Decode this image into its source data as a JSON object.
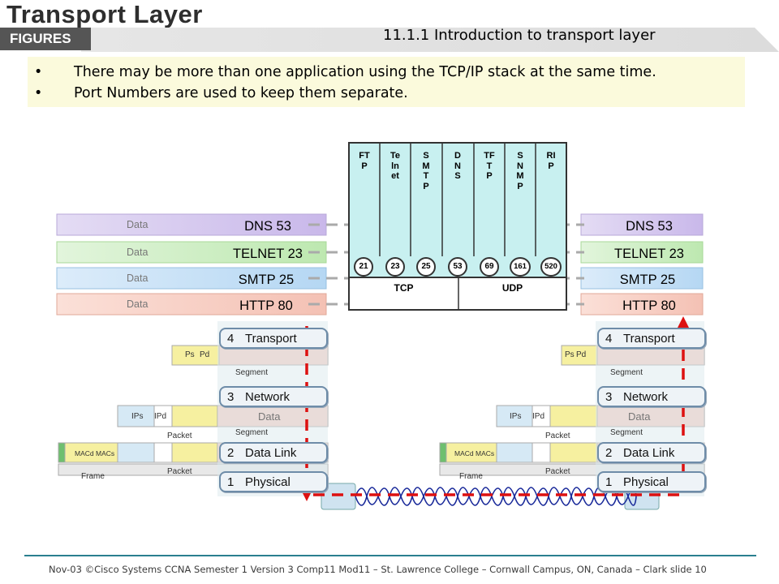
{
  "header": {
    "title": "Transport Layer",
    "tab": "FIGURES",
    "subtitle": "11.1.1  Introduction to transport layer"
  },
  "bullets": [
    "There may be more than one application using the TCP/IP stack at the same time.",
    "Port Numbers are used to keep them separate."
  ],
  "port_labels": [
    "DNS 53",
    "TELNET 23",
    "SMTP 25",
    "HTTP 80"
  ],
  "stack": {
    "applications": [
      "FTP",
      "Telnet",
      "SMTP",
      "DNS",
      "TFTP",
      "SNMP",
      "RIP"
    ],
    "ports": [
      "21",
      "23",
      "25",
      "53",
      "69",
      "161",
      "520"
    ],
    "protocols": [
      "TCP",
      "UDP"
    ]
  },
  "stream_label": "Data",
  "layers": [
    {
      "num": "4",
      "name": "Transport"
    },
    {
      "num": "3",
      "name": "Network"
    },
    {
      "num": "2",
      "name": "Data Link"
    },
    {
      "num": "1",
      "name": "Physical"
    }
  ],
  "encap": {
    "data": "Data",
    "segment": "Segment",
    "packet": "Packet",
    "frame": "Frame",
    "ps": "Ps",
    "pd": "Pd",
    "ips": "IPs",
    "ipd": "IPd",
    "macd": "MACd",
    "macs": "MACs"
  },
  "footer": "Nov-03 ©Cisco Systems CCNA Semester 1 Version 3 Comp11 Mod11 – St. Lawrence College – Cornwall Campus, ON, Canada – Clark slide 10",
  "colors": {
    "arrow_red": "#dd1111",
    "dash_gray": "#aaaaaa",
    "stack_fill": "#c8f0f0",
    "footer_line": "#2a7f8f"
  }
}
